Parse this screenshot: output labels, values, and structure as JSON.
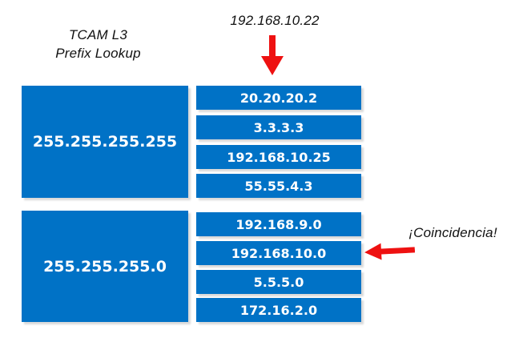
{
  "diagram": {
    "title_line1": "TCAM L3",
    "title_line2": "Prefix Lookup",
    "lookup_key": "192.168.10.22",
    "match_label": "¡Coincidencia!",
    "matched_entry": "192.168.10.0"
  },
  "masks": [
    {
      "value": "255.255.255.255"
    },
    {
      "value": "255.255.255.0"
    }
  ],
  "entries": {
    "host_group": [
      "20.20.20.2",
      "3.3.3.3",
      "192.168.10.25",
      "55.55.4.3"
    ],
    "subnet_group": [
      "192.168.9.0",
      "192.168.10.0",
      "5.5.5.0",
      "172.16.2.0"
    ]
  },
  "icons": {
    "down_arrow": "red-arrow-down",
    "match_arrow": "red-arrow-left"
  },
  "colors": {
    "entry_blue": "#0072C6",
    "arrow_red": "#EE1111",
    "text_on_blue": "#FFFFFF",
    "shadow_gray": "#D9D9D9"
  }
}
